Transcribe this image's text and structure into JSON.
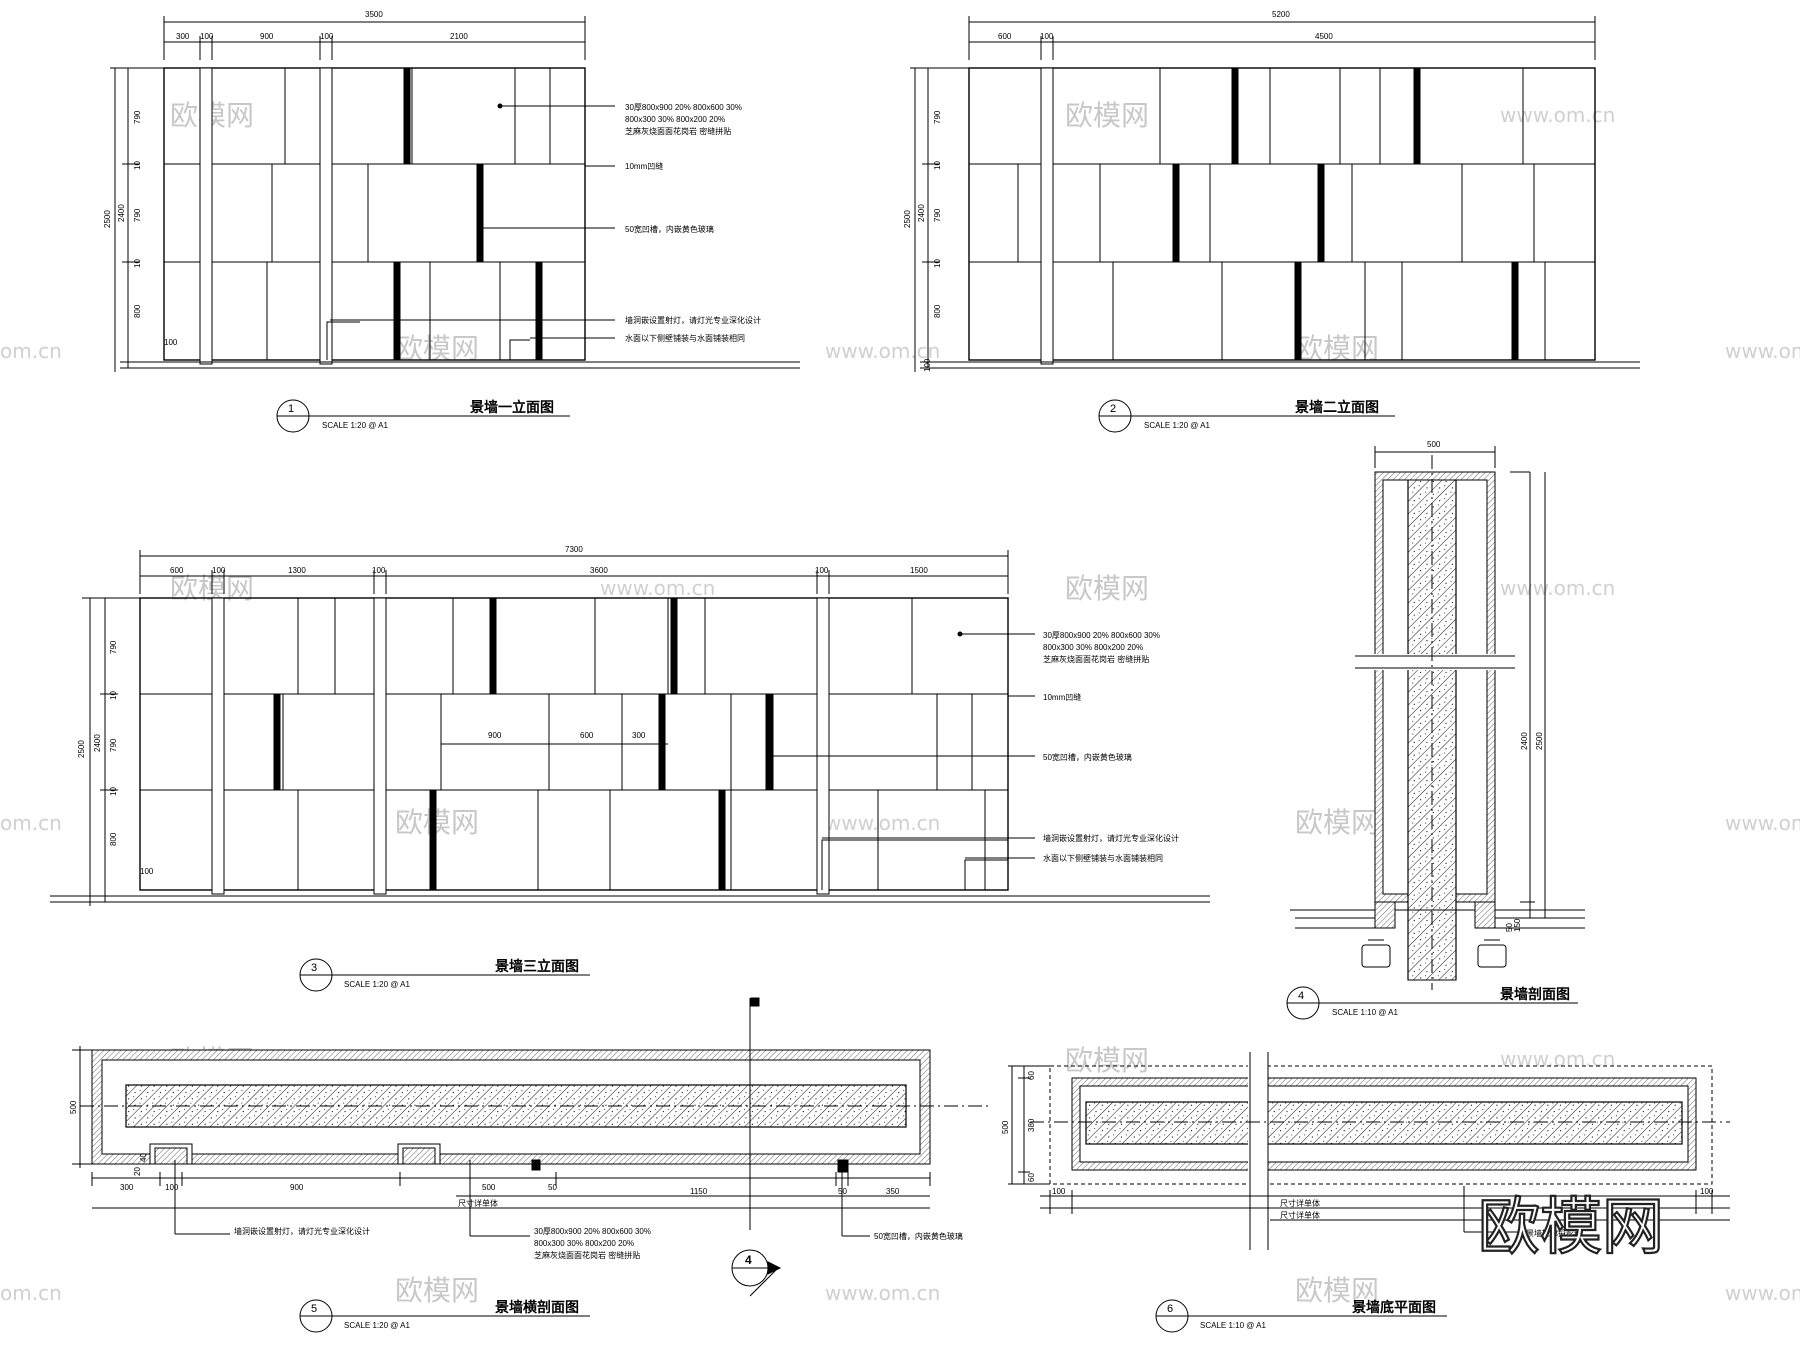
{
  "drawings": [
    {
      "id": 1,
      "title": "景墙一立面图",
      "scale": "SCALE 1:20 @ A1"
    },
    {
      "id": 2,
      "title": "景墙二立面图",
      "scale": "SCALE 1:20 @ A1"
    },
    {
      "id": 3,
      "title": "景墙三立面图",
      "scale": "SCALE 1:20 @ A1"
    },
    {
      "id": 4,
      "title": "景墙剖面图",
      "scale": "SCALE 1:10 @ A1"
    },
    {
      "id": 5,
      "title": "景墙横剖面图",
      "scale": "SCALE 1:20 @ A1"
    },
    {
      "id": 6,
      "title": "景墙底平面图",
      "scale": "SCALE 1:10 @ A1"
    }
  ],
  "dims": {
    "e1": {
      "total": "3500",
      "parts": [
        "300",
        "100",
        "900",
        "100",
        "2100"
      ],
      "height_total": "2500",
      "height_inner": "2400",
      "rows": [
        "790",
        "10",
        "790",
        "10",
        "800"
      ],
      "base": "100"
    },
    "e2": {
      "total": "5200",
      "parts": [
        "600",
        "100",
        "4500"
      ],
      "height_total": "2500",
      "height_inner": "2400",
      "rows": [
        "790",
        "10",
        "790",
        "10",
        "800"
      ],
      "base": "100"
    },
    "e3": {
      "total": "7300",
      "parts": [
        "600",
        "100",
        "1300",
        "100",
        "3600",
        "100",
        "1500"
      ],
      "height_total": "2500",
      "height_inner": "2400",
      "rows": [
        "790",
        "10",
        "790",
        "10",
        "800"
      ],
      "base": "100",
      "inner": [
        "900",
        "600",
        "300"
      ]
    },
    "s4": {
      "top": "500",
      "h1": "2400",
      "h2": "2500",
      "base": [
        "50",
        "150"
      ]
    },
    "p5": {
      "depth": "500",
      "small": [
        "40",
        "20"
      ],
      "parts": [
        "300",
        "100",
        "900",
        "500",
        "50",
        "1150",
        "50",
        "350"
      ],
      "note": "尺寸详单体"
    },
    "p6": {
      "depth": "500",
      "rows": [
        "60",
        "380",
        "60"
      ],
      "left": "100",
      "right": "100",
      "note1": "尺寸详单体",
      "note2": "尺寸详单体"
    }
  },
  "notes": {
    "stone_1": "30厚800x900 20% 800x600 30%",
    "stone_2": "800x300 30% 800x200 20%",
    "stone_3": "芝麻灰烧面面花岗岩 密缝拼贴",
    "joint": "10mm凹缝",
    "groove": "50宽凹槽，内嵌黄色玻璃",
    "light": "墙洞嵌设置射灯，请灯光专业深化设计",
    "water": "水面以下侧壁铺装与水面铺装相同",
    "light_p": "墙洞嵌设置射灯，请灯光专业深化设计",
    "groove_p": "50宽凹槽，内嵌黄色玻璃",
    "proj": "景墙轮廓投影线"
  },
  "watermark": {
    "cn": "欧模网",
    "url": "www.om.cn",
    "url_short": "om.cn",
    "logo": "欧模网"
  },
  "section_marker": "4"
}
